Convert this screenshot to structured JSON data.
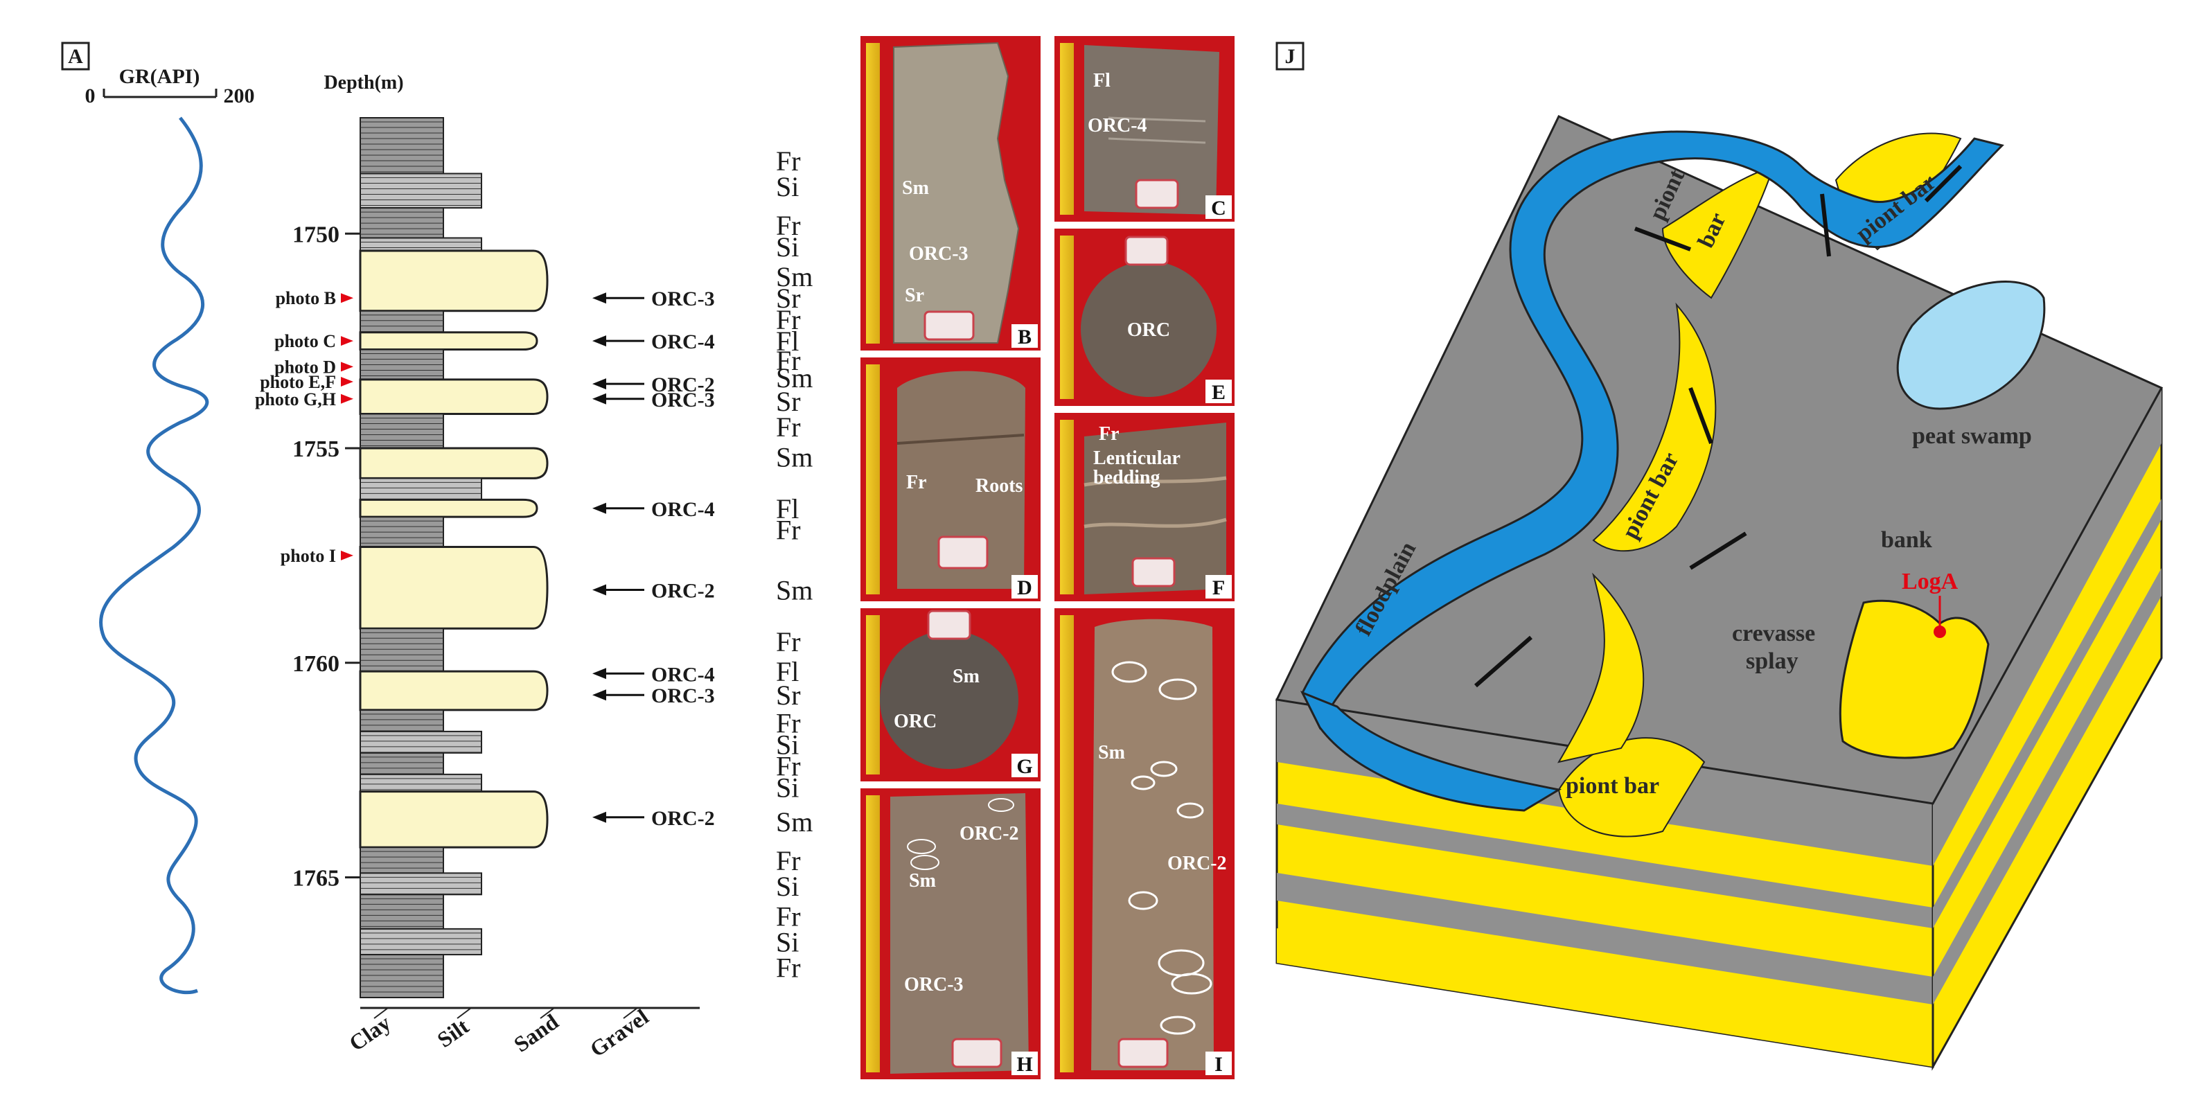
{
  "panelA": {
    "label": "A",
    "gr_title": "GR(API)",
    "gr_min": "0",
    "gr_max": "200",
    "depth_title": "Depth(m)",
    "depths": [
      {
        "value": "1750",
        "m": 1750
      },
      {
        "value": "1755",
        "m": 1755
      },
      {
        "value": "1760",
        "m": 1760
      },
      {
        "value": "1765",
        "m": 1765
      }
    ],
    "grain_axis": [
      "Clay",
      "Silt",
      "Sand",
      "Gravel"
    ],
    "photo_marks": [
      {
        "text": "photo B",
        "m": 1751.5
      },
      {
        "text": "photo C",
        "m": 1752.5
      },
      {
        "text": "photo D",
        "m": 1753.1
      },
      {
        "text": "photo E,F",
        "m": 1753.45
      },
      {
        "text": "photo G,H",
        "m": 1753.85
      },
      {
        "text": "photo I",
        "m": 1757.5
      }
    ],
    "facies": [
      {
        "code": "Fr",
        "m": 1748.3
      },
      {
        "code": "Si",
        "m": 1748.9
      },
      {
        "code": "Fr",
        "m": 1749.8
      },
      {
        "code": "Si",
        "m": 1750.3
      },
      {
        "code": "Sm",
        "m": 1751.0
      },
      {
        "code": "Sr",
        "m": 1751.5
      },
      {
        "code": "Fr",
        "m": 1752.0
      },
      {
        "code": "Fl",
        "m": 1752.5
      },
      {
        "code": "Fr",
        "m": 1752.95
      },
      {
        "code": "Sm",
        "m": 1753.35
      },
      {
        "code": "Sr",
        "m": 1753.9
      },
      {
        "code": "Fr",
        "m": 1754.5
      },
      {
        "code": "Sm",
        "m": 1755.2
      },
      {
        "code": "Fl",
        "m": 1756.4
      },
      {
        "code": "Fr",
        "m": 1756.9
      },
      {
        "code": "Sm",
        "m": 1758.3
      },
      {
        "code": "Fr",
        "m": 1759.5
      },
      {
        "code": "Fl",
        "m": 1760.2
      },
      {
        "code": "Sr",
        "m": 1760.75
      },
      {
        "code": "Fr",
        "m": 1761.4
      },
      {
        "code": "Si",
        "m": 1761.9
      },
      {
        "code": "Fr",
        "m": 1762.4
      },
      {
        "code": "Si",
        "m": 1762.9
      },
      {
        "code": "Sm",
        "m": 1763.7
      },
      {
        "code": "Fr",
        "m": 1764.6
      },
      {
        "code": "Si",
        "m": 1765.2
      },
      {
        "code": "Fr",
        "m": 1765.9
      },
      {
        "code": "Si",
        "m": 1766.5
      },
      {
        "code": "Fr",
        "m": 1767.1
      }
    ],
    "orc_marks": [
      {
        "text": "ORC-3",
        "m": 1751.5
      },
      {
        "text": "ORC-4",
        "m": 1752.5
      },
      {
        "text": "ORC-2",
        "m": 1753.5
      },
      {
        "text": "ORC-3",
        "m": 1753.85
      },
      {
        "text": "ORC-4",
        "m": 1756.4
      },
      {
        "text": "ORC-2",
        "m": 1758.3
      },
      {
        "text": "ORC-4",
        "m": 1760.25
      },
      {
        "text": "ORC-3",
        "m": 1760.75
      },
      {
        "text": "ORC-2",
        "m": 1763.6
      }
    ]
  },
  "panels": {
    "B": {
      "letter": "B",
      "labels": [
        "Sm",
        "ORC-3",
        "Sr"
      ]
    },
    "C": {
      "letter": "C",
      "labels": [
        "Fl",
        "ORC-4"
      ]
    },
    "D": {
      "letter": "D",
      "labels": [
        "Fr",
        "Roots"
      ]
    },
    "E": {
      "letter": "E",
      "labels": [
        "ORC"
      ]
    },
    "F": {
      "letter": "F",
      "labels": [
        "Fr",
        "Lenticular",
        "bedding"
      ]
    },
    "G": {
      "letter": "G",
      "labels": [
        "Sm",
        "ORC"
      ]
    },
    "H": {
      "letter": "H",
      "labels": [
        "ORC-2",
        "Sm",
        "ORC-3"
      ]
    },
    "I": {
      "letter": "I",
      "labels": [
        "Sm",
        "ORC-2"
      ]
    }
  },
  "panelJ": {
    "label": "J",
    "point_bar_labels": [
      "piont",
      "bar",
      "piont bar",
      "piont bar",
      "piont bar"
    ],
    "floodplain": "floodplain",
    "peat_swamp": "peat swamp",
    "bank": "bank",
    "crevasse": "crevasse",
    "splay": "splay",
    "log": "LogA",
    "colors": {
      "channel": "#1b8fd8",
      "bar": "#fff200",
      "swamp": "#a6dcf4",
      "floodplain": "#8c8c8c",
      "log": "#e30613"
    }
  }
}
